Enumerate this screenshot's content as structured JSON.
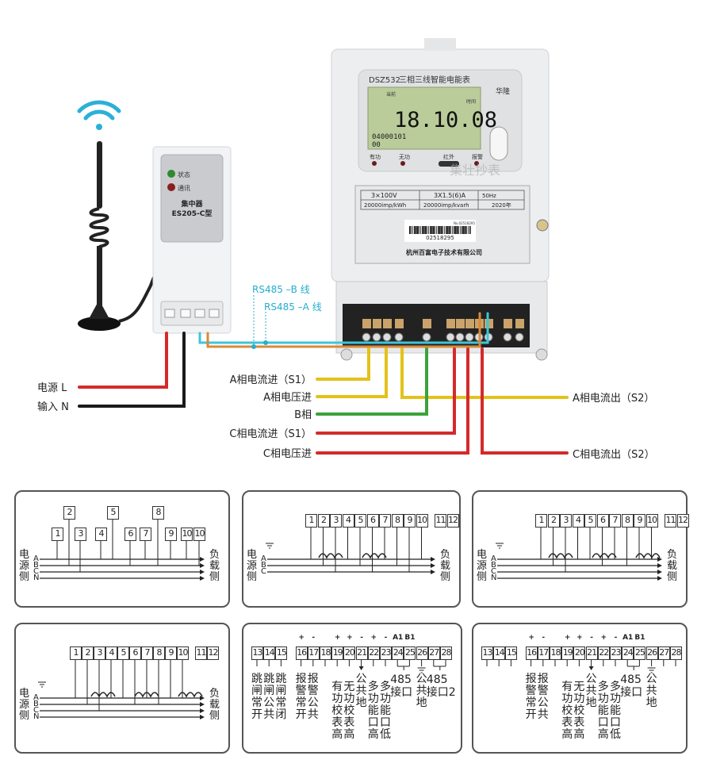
{
  "meter": {
    "model": "DSZ532",
    "title": "三相三线智能电能表",
    "lcd_label_current": "当前",
    "lcd_label_time": "时间",
    "lcd_main": "18.10.08",
    "lcd_code": "04000101",
    "lcd_sub": "00",
    "brand": "华隆",
    "indicators": [
      "有功",
      "无功",
      "红外",
      "报警"
    ],
    "specs": {
      "voltage": "3×100V",
      "current": "3X1.5(6)A",
      "frequency": "50Hz",
      "active_constant": "20000imp/kWh",
      "reactive_constant": "20000imp/kvarh",
      "year": "2020年"
    },
    "serial_small": "No.02518295",
    "serial": "02518295",
    "manufacturer": "杭州百富电子技术有限公司"
  },
  "concentrator": {
    "status_label": "状态",
    "comm_label": "通讯",
    "name": "集中器",
    "model": "ES205-C型"
  },
  "watermark": "集壮抄表",
  "wiring_labels": {
    "rs485_b": "RS485 –B 线",
    "rs485_a": "RS485 –A 线",
    "power_l": "电源 L",
    "power_n": "输入 N",
    "a_current_in": "A相电流进（S1）",
    "a_voltage_in": "A相电压进",
    "b_phase": "B相",
    "c_current_in": "C相电流进（S1）",
    "c_voltage_in": "C相电压进",
    "a_current_out": "A相电流出（S2）",
    "c_current_out": "C相电流出（S2）"
  },
  "colors": {
    "red": "#d42a2a",
    "black": "#1a1a1a",
    "yellow": "#e3c21a",
    "green": "#3aa33a",
    "cyan": "#3cc6d8",
    "orange": "#d9893a"
  },
  "panels_top": [
    {
      "terminals": [
        "1",
        "2",
        "3",
        "4",
        "5",
        "6",
        "7",
        "8",
        "9",
        "10",
        "10"
      ],
      "source": "电源侧",
      "load": "负载侧",
      "phases": [
        "A",
        "B",
        "C",
        "N"
      ]
    },
    {
      "terminals": [
        "1",
        "2",
        "3",
        "4",
        "5",
        "6",
        "7",
        "8",
        "9",
        "10",
        "11",
        "12"
      ],
      "source": "电源侧",
      "load": "负载侧",
      "phases": [
        "A",
        "B",
        "C"
      ]
    },
    {
      "terminals": [
        "1",
        "2",
        "3",
        "4",
        "5",
        "6",
        "7",
        "8",
        "9",
        "10",
        "11",
        "12"
      ],
      "source": "电源侧",
      "load": "负载侧",
      "phases": [
        "A",
        "B",
        "C",
        "N"
      ]
    },
    {
      "terminals": [
        "1",
        "2",
        "3",
        "4",
        "5",
        "6",
        "7",
        "8",
        "9",
        "10",
        "11",
        "12"
      ],
      "source": "电源侧",
      "load": "负载侧",
      "phases": [
        "A",
        "B",
        "C",
        "N"
      ]
    }
  ],
  "panels_aux": [
    {
      "terminals": [
        "13",
        "14",
        "15",
        "16",
        "17",
        "18",
        "19",
        "20",
        "21",
        "22",
        "23",
        "24",
        "25",
        "26",
        "27",
        "28"
      ],
      "polarity": {
        "16": "+",
        "17": "-",
        "19": "+",
        "20": "+",
        "21": "-",
        "22": "+",
        "23": "-",
        "24": "A1",
        "25": "B1"
      },
      "labels": [
        {
          "t": "13",
          "text": "跳闸常开"
        },
        {
          "t": "14",
          "text": "跳闸公共"
        },
        {
          "t": "15",
          "text": "跳闸常闭"
        },
        {
          "t": "16",
          "text": "报警常开"
        },
        {
          "t": "17",
          "text": "报警公共"
        },
        {
          "t": "19",
          "text": "有功校表高"
        },
        {
          "t": "20",
          "text": "无功校表高"
        },
        {
          "t": "21",
          "text": "公共地"
        },
        {
          "t": "22",
          "text": "多功能口高"
        },
        {
          "t": "23",
          "text": "多功能口低"
        },
        {
          "t": "26",
          "text": "公共地"
        }
      ],
      "group_labels": [
        {
          "t": "24",
          "lines": [
            "485",
            "接口"
          ]
        },
        {
          "t": "27",
          "lines": [
            "485",
            "接口2"
          ]
        }
      ]
    },
    {
      "terminals": [
        "13",
        "14",
        "15",
        "16",
        "17",
        "18",
        "19",
        "20",
        "21",
        "22",
        "23",
        "24",
        "25",
        "26",
        "27",
        "28"
      ],
      "polarity": {
        "16": "+",
        "17": "-",
        "19": "+",
        "20": "+",
        "21": "-",
        "22": "+",
        "23": "-",
        "24": "A1",
        "25": "B1"
      },
      "labels": [
        {
          "t": "16",
          "text": "报警常开"
        },
        {
          "t": "17",
          "text": "报警公共"
        },
        {
          "t": "19",
          "text": "有功校表高"
        },
        {
          "t": "20",
          "text": "无功校表高"
        },
        {
          "t": "21",
          "text": "公共地"
        },
        {
          "t": "22",
          "text": "多功能口高"
        },
        {
          "t": "23",
          "text": "多功能口低"
        },
        {
          "t": "26",
          "text": "公共地"
        }
      ],
      "group_labels": [
        {
          "t": "24",
          "lines": [
            "485",
            "接口"
          ]
        }
      ]
    }
  ]
}
